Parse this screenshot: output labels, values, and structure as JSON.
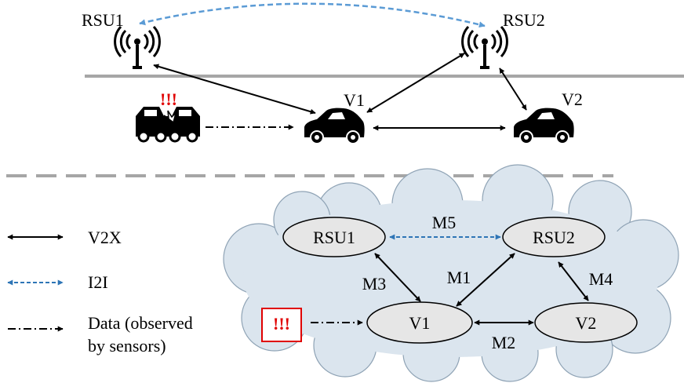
{
  "scene": {
    "rsu1_label": "RSU1",
    "rsu2_label": "RSU2",
    "v1_label": "V1",
    "v2_label": "V2",
    "alert": "!!!"
  },
  "graph": {
    "nodes": {
      "rsu1": "RSU1",
      "rsu2": "RSU2",
      "v1": "V1",
      "v2": "V2"
    },
    "edges": {
      "m1": "M1",
      "m2": "M2",
      "m3": "M3",
      "m4": "M4",
      "m5": "M5"
    },
    "alert": "!!!"
  },
  "legend": {
    "v2x": "V2X",
    "i2i": "I2I",
    "data_line1": "Data (observed",
    "data_line2": "by sensors)"
  },
  "colors": {
    "road": "#a6a6a6",
    "dashed_divider": "#a6a6a6",
    "i2i_top": "#5b9bd5",
    "i2i_blue": "#2e75b6",
    "cloud": "#dbe5ee",
    "node_fill": "#e6e6e6",
    "alert_red": "#e00000"
  }
}
